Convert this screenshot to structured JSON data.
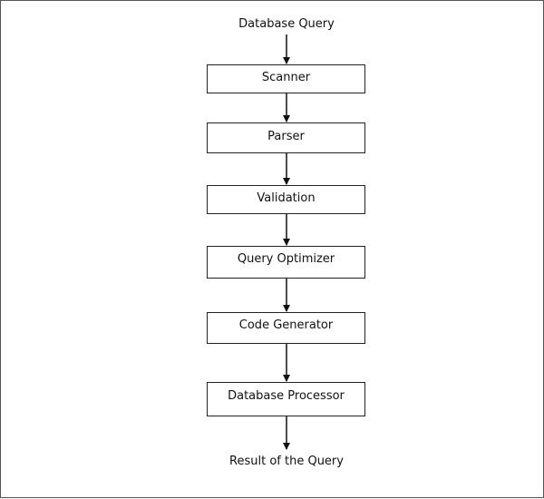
{
  "diagram": {
    "input_label": "Database Query",
    "stages": [
      "Scanner",
      "Parser",
      "Validation",
      "Query Optimizer",
      "Code Generator",
      "Database Processor"
    ],
    "output_label": "Result of the Query"
  }
}
